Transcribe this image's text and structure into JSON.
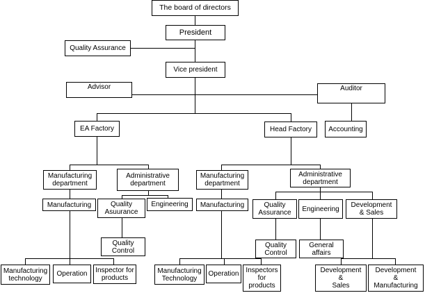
{
  "org_chart": {
    "board": "The board of directors",
    "president": "President",
    "quality_assurance_top": "Quality Assurance",
    "vice_president": "Vice president",
    "advisor": "Advisor",
    "auditor": "Auditor",
    "accounting": "Accounting",
    "ea_factory": {
      "name": "EA Factory",
      "manufacturing_department": "Manufacturing\ndepartment",
      "administrative_department": "Administrative\ndepartment",
      "manufacturing": "Manufacturing",
      "quality_assurance": "Quality\nAsuurance",
      "engineering": "Engineering",
      "quality_control": "Quality\nControl",
      "manufacturing_technology": "Manufacturing\ntechnology",
      "operation": "Operation",
      "inspector": "Inspector for\nproducts"
    },
    "head_factory": {
      "name": "Head Factory",
      "manufacturing_department": "Manufacturing\ndepartment",
      "administrative_department": "Administrative\ndepartment",
      "manufacturing": "Manufacturing",
      "quality_assurance": "Quality\nAssurance",
      "engineering": "Engineering",
      "development_sales": "Development\n& Sales",
      "quality_control": "Quality\nControl",
      "general_affairs": "General\naffairs",
      "manufacturing_technology": "Manufacturing\nTechnology",
      "operation": "Operation",
      "inspectors": "Inspectors\nfor\nproducts",
      "dev_sales_sub": "Development\n&\nSales",
      "dev_manufacturing": "Development\n&\nManufacturing"
    }
  }
}
